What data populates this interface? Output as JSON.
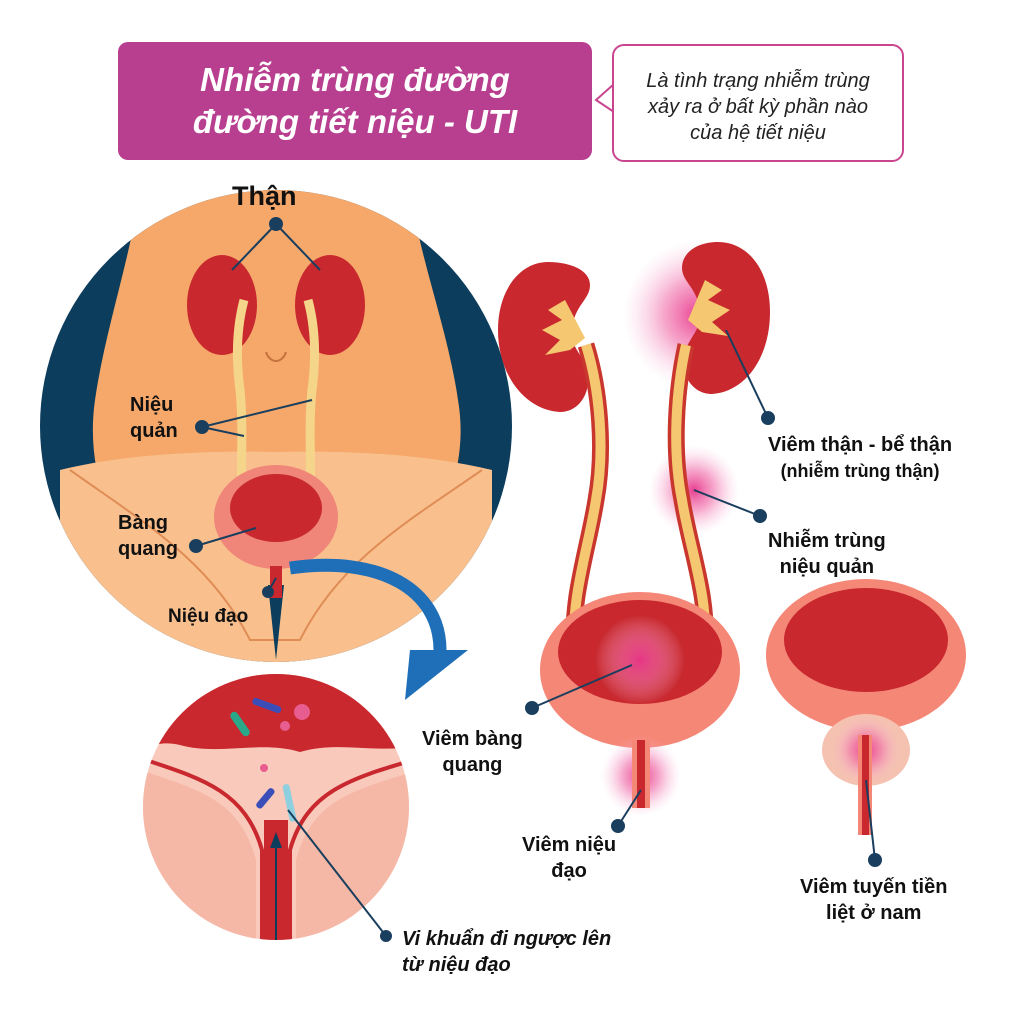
{
  "title": {
    "line1": "Nhiễm trùng đường",
    "line2": "đường tiết niệu - UTI"
  },
  "definition": {
    "line1": "Là tình trạng nhiễm trùng",
    "line2": "xảy ra ở bất kỳ phần nào",
    "line3": "của hệ tiết niệu"
  },
  "anatomy": {
    "kidney": "Thận",
    "ureter": {
      "line1": "Niệu",
      "line2": "quản"
    },
    "bladder": {
      "line1": "Bàng",
      "line2": "quang"
    },
    "urethra": "Niệu đạo"
  },
  "infections": {
    "pyelonephritis": {
      "line1": "Viêm thận - bể thận",
      "line2": "(nhiễm trùng thận)"
    },
    "ureter_infection": {
      "line1": "Nhiễm trùng",
      "line2": "niệu quản"
    },
    "cystitis": {
      "line1": "Viêm bàng",
      "line2": "quang"
    },
    "urethritis": {
      "line1": "Viêm niệu",
      "line2": "đạo"
    },
    "prostatitis": {
      "line1": "Viêm tuyến tiền",
      "line2": "liệt ở nam"
    }
  },
  "bacteria": {
    "line1": "Vi khuẩn đi ngược lên",
    "line2": "từ niệu đạo"
  },
  "colors": {
    "title_bg": "#b83f8f",
    "kidney": "#c8282e",
    "tissue": "#f6a86a",
    "navy": "#0d3d5c",
    "arrow": "#1f6fb8",
    "inflammation": "#e8358a"
  }
}
